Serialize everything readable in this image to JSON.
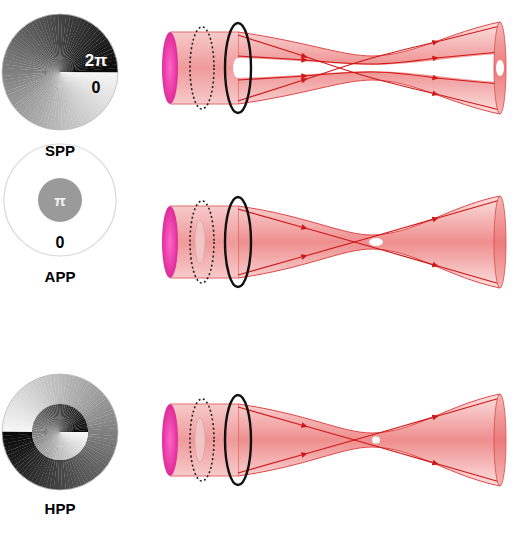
{
  "diagram": {
    "labels": [
      "2π",
      "0",
      "SPP",
      "π",
      "0",
      "APP",
      "HPP"
    ]
  }
}
